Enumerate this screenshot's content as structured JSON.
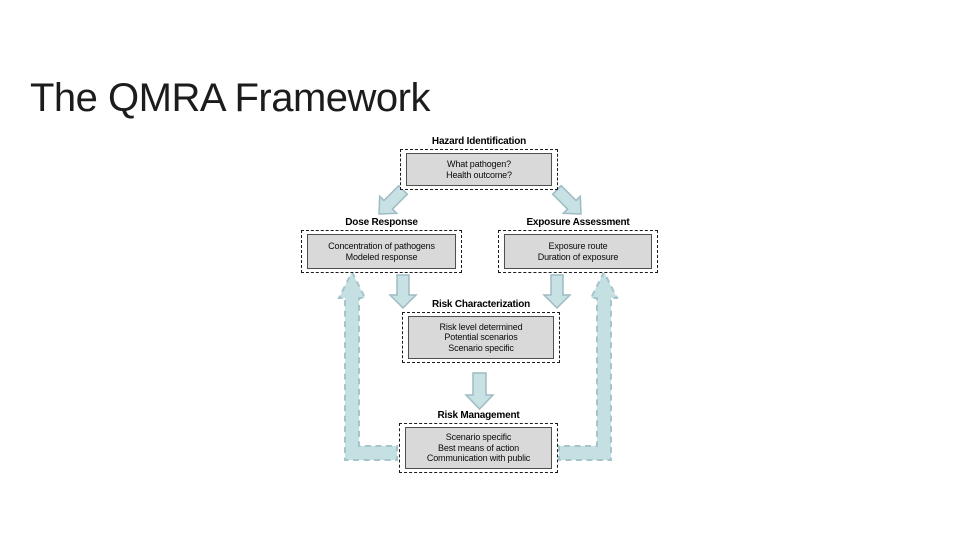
{
  "slide": {
    "title": "The QMRA Framework"
  },
  "diagram": {
    "nodes": [
      {
        "id": "hazard",
        "title": "Hazard Identification",
        "lines": [
          "What pathogen?",
          "Health outcome?"
        ]
      },
      {
        "id": "dose",
        "title": "Dose Response",
        "lines": [
          "Concentration of pathogens",
          "Modeled response"
        ]
      },
      {
        "id": "exposure",
        "title": "Exposure Assessment",
        "lines": [
          "Exposure route",
          "Duration of exposure"
        ]
      },
      {
        "id": "riskchar",
        "title": "Risk Characterization",
        "lines": [
          "Risk level determined",
          "Potential scenarios",
          "Scenario specific"
        ]
      },
      {
        "id": "riskmgmt",
        "title": "Risk Management",
        "lines": [
          "Scenario specific",
          "Best means of action",
          "Communication with public"
        ]
      }
    ],
    "arrows": [
      "hazard-to-dose",
      "hazard-to-exposure",
      "dose-to-riskchar",
      "exposure-to-riskchar",
      "riskchar-to-riskmgmt",
      "riskmgmt-feedback-to-dose",
      "riskmgmt-feedback-to-exposure"
    ],
    "colors": {
      "arrow_fill": "#c8e1e4",
      "arrow_outline": "#9dbcc2",
      "feedback_arrow_outline": "#a6c5ca",
      "box_fill": "#d9d9d9",
      "box_inner_border": "#4f4f4f",
      "box_dashed_border": "#1b1b1b",
      "title_color": "#1c1c1c",
      "background": "#ffffff"
    }
  }
}
